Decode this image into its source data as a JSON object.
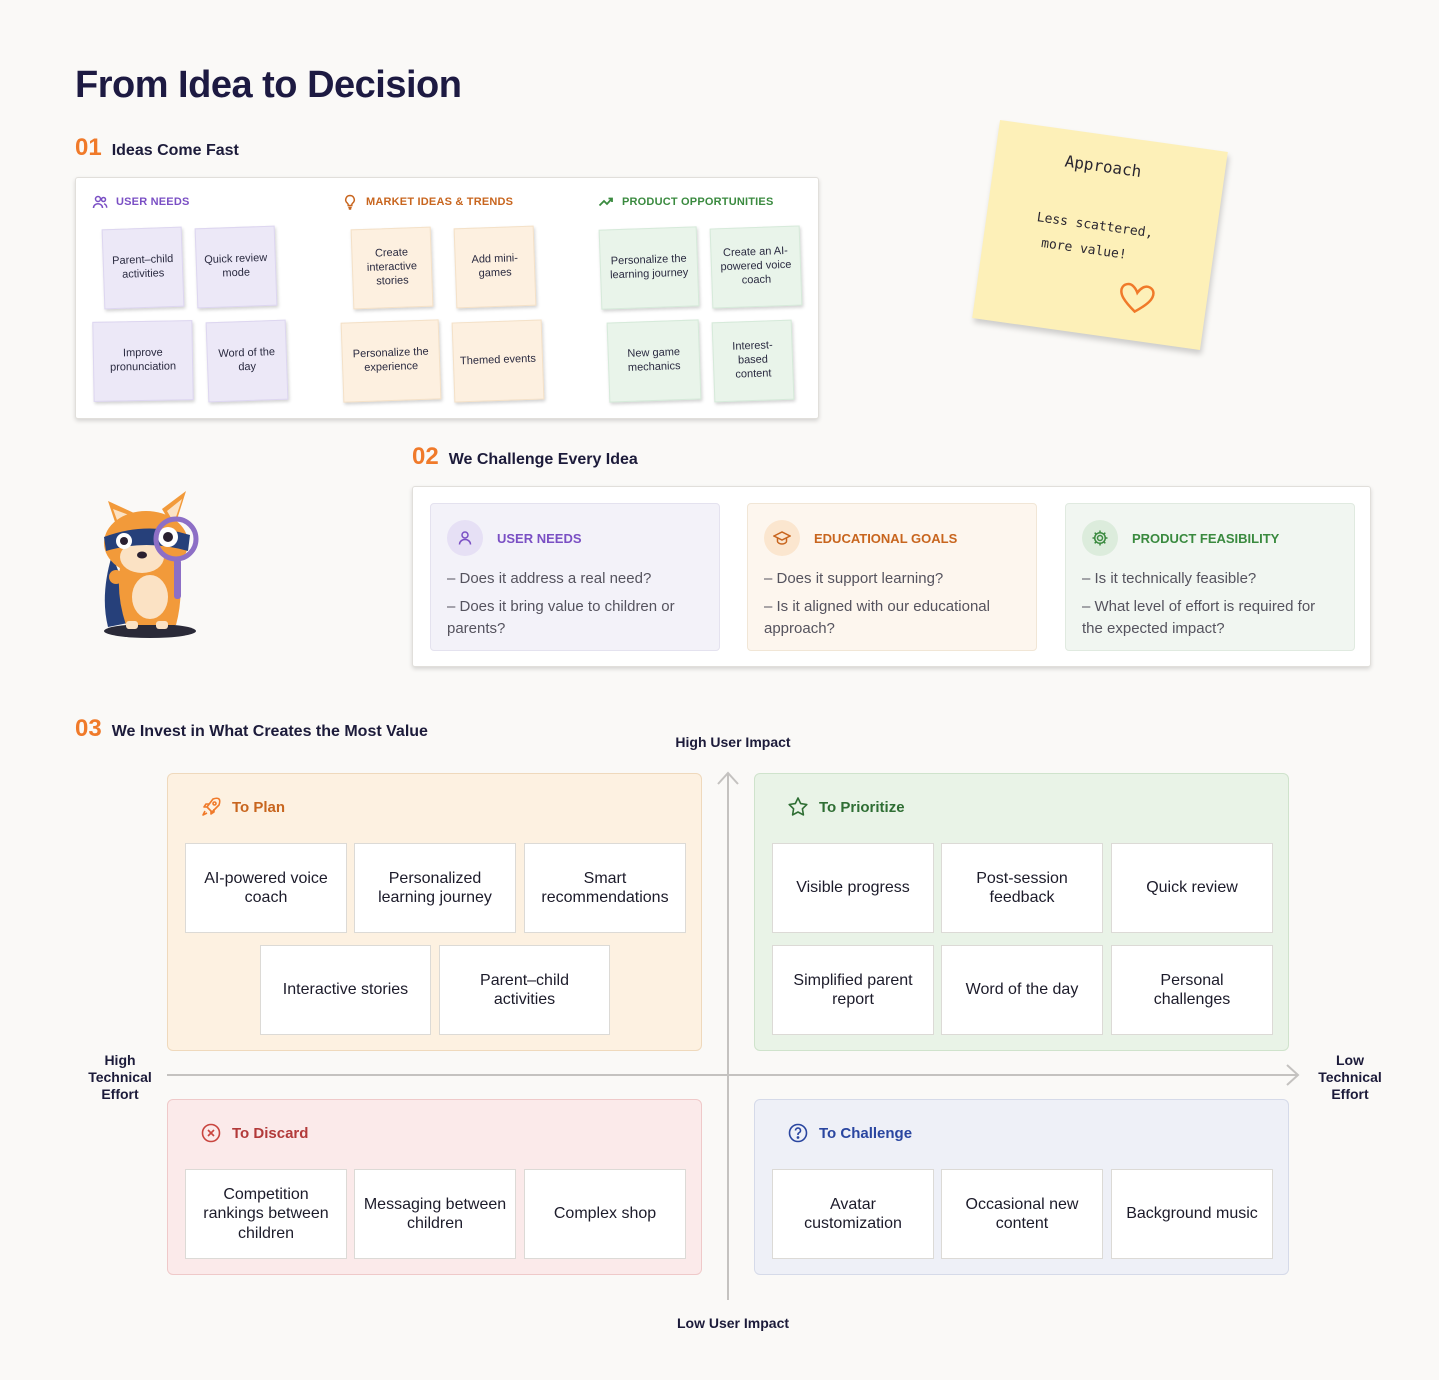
{
  "title": "From Idea to Decision",
  "section1": {
    "number": "01",
    "label": "Ideas Come Fast",
    "columns": [
      {
        "label": "USER NEEDS",
        "icon": "users-icon",
        "color": "#7a4fc4",
        "items": [
          "Parent–child activities",
          "Quick review mode",
          "Improve pronunciation",
          "Word of the day"
        ]
      },
      {
        "label": "MARKET IDEAS & TRENDS",
        "icon": "lightbulb-icon",
        "color": "#c8651e",
        "items": [
          "Create interactive stories",
          "Add mini-games",
          "Personalize the experience",
          "Themed events"
        ]
      },
      {
        "label": "PRODUCT OPPORTUNITIES",
        "icon": "trending-up-icon",
        "color": "#3a8a3f",
        "items": [
          "Personalize the learning journey",
          "Create an AI-powered voice coach",
          "New game mechanics",
          "Interest-based content"
        ]
      }
    ]
  },
  "approach": {
    "title": "Approach",
    "line1": "Less scattered,",
    "line2": "more value!",
    "icon": "heart-icon"
  },
  "section2": {
    "number": "02",
    "label": "We Challenge Every Idea",
    "cards": [
      {
        "label": "USER NEEDS",
        "icon": "user-icon",
        "color": "#7a4fc4",
        "questions": [
          "– Does it address a real need?",
          "– Does it bring value to children or parents?"
        ]
      },
      {
        "label": "EDUCATIONAL GOALS",
        "icon": "graduation-cap-icon",
        "color": "#c8651e",
        "questions": [
          "– Does it support learning?",
          "– Is it aligned with our educational approach?"
        ]
      },
      {
        "label": "PRODUCT FEASIBILITY",
        "icon": "gear-icon",
        "color": "#3a8a3f",
        "questions": [
          "– Is it technically feasible?",
          "– What level of effort is required for the expected impact?"
        ]
      }
    ]
  },
  "section3": {
    "number": "03",
    "label": "We Invest in What Creates the Most Value",
    "axes": {
      "top": "High User Impact",
      "bottom": "Low User Impact",
      "left": "High Technical Effort",
      "right": "Low Technical Effort"
    },
    "quadrants": {
      "plan": {
        "label": "To Plan",
        "icon": "rocket-icon",
        "color": "#c8651e",
        "items": [
          "AI-powered voice coach",
          "Personalized learning journey",
          "Smart recommendations",
          "Interactive stories",
          "Parent–child activities"
        ]
      },
      "prioritize": {
        "label": "To Prioritize",
        "icon": "star-icon",
        "color": "#2f6e34",
        "items": [
          "Visible progress",
          "Post-session feedback",
          "Quick review",
          "Simplified parent report",
          "Word of the day",
          "Personal challenges"
        ]
      },
      "discard": {
        "label": "To Discard",
        "icon": "x-circle-icon",
        "color": "#b23a3a",
        "items": [
          "Competition rankings between children",
          "Messaging between children",
          "Complex shop"
        ]
      },
      "challenge": {
        "label": "To Challenge",
        "icon": "question-circle-icon",
        "color": "#2a46a0",
        "items": [
          "Avatar customization",
          "Occasional new content",
          "Background music"
        ]
      }
    }
  }
}
